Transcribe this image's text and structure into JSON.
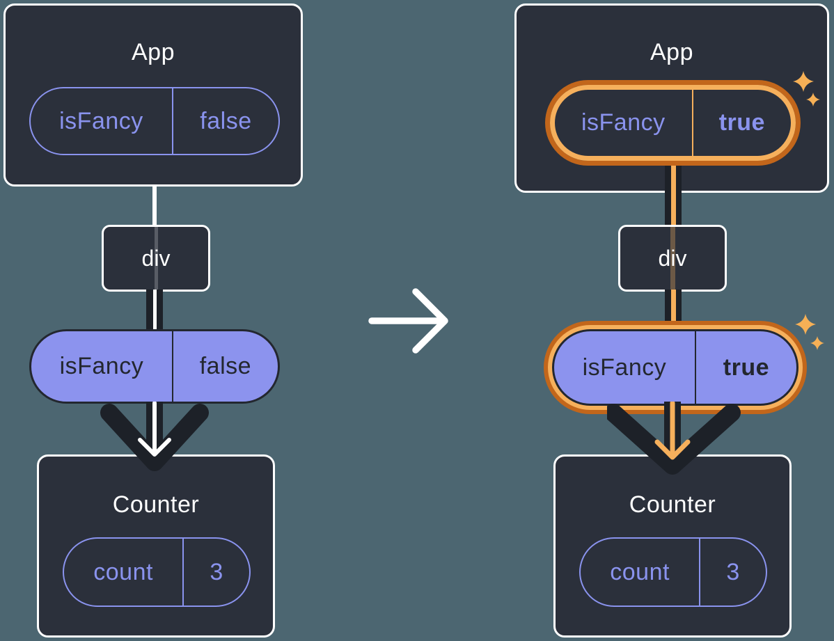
{
  "colors": {
    "background": "#4C6671",
    "card_background": "#2B303B",
    "card_border": "#FFFFFF",
    "purple": "#8A93EE",
    "purple_fill": "#8C93EE",
    "dark_ink": "#23272F",
    "connector_dark": "#1D2128",
    "highlight_orange": "#F6B05C",
    "highlight_orange_dark": "#C2661B"
  },
  "before": {
    "app_card": {
      "title": "App",
      "state_pill": {
        "name": "isFancy",
        "value": "false"
      }
    },
    "div_node": {
      "label": "div"
    },
    "prop_pill": {
      "name": "isFancy",
      "value": "false"
    },
    "counter_card": {
      "title": "Counter",
      "state_pill": {
        "name": "count",
        "value": "3"
      }
    }
  },
  "after": {
    "app_card": {
      "title": "App",
      "state_pill": {
        "name": "isFancy",
        "value": "true"
      }
    },
    "div_node": {
      "label": "div"
    },
    "prop_pill": {
      "name": "isFancy",
      "value": "true"
    },
    "counter_card": {
      "title": "Counter",
      "state_pill": {
        "name": "count",
        "value": "3"
      }
    }
  }
}
